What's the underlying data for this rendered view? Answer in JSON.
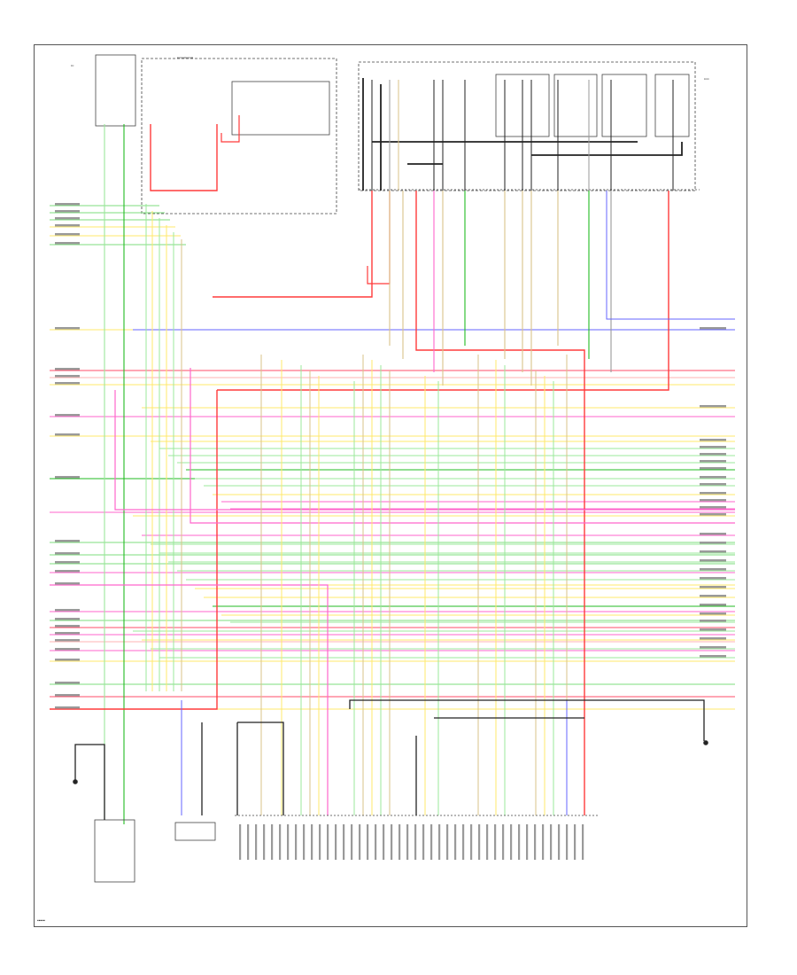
{
  "diagram": {
    "left_wires": [
      {
        "color": "#7ddc7d",
        "id": "w1"
      },
      {
        "color": "#7ddc7d",
        "id": "w2"
      },
      {
        "color": "#7ddc7d",
        "id": "w3"
      },
      {
        "color": "#ffe86b",
        "id": "w4"
      },
      {
        "color": "#ffe86b",
        "id": "w5"
      },
      {
        "color": "#7ddc7d",
        "id": "w6"
      },
      {
        "color": "#ffe86b",
        "id": "w7"
      },
      {
        "color": "#ff4d6a",
        "id": "w8"
      },
      {
        "color": "#ffb3b3",
        "id": "w9"
      },
      {
        "color": "#ffe86b",
        "id": "w10"
      },
      {
        "color": "#ff66cc",
        "id": "w11"
      },
      {
        "color": "#ffe86b",
        "id": "w12"
      },
      {
        "color": "#22bb22",
        "id": "w13"
      },
      {
        "color": "#ff66cc",
        "id": "w14"
      },
      {
        "color": "#7ddc7d",
        "id": "w15"
      },
      {
        "color": "#7ddc7d",
        "id": "w16"
      },
      {
        "color": "#7ddc7d",
        "id": "w17"
      },
      {
        "color": "#ff66cc",
        "id": "w18"
      },
      {
        "color": "#ffe86b",
        "id": "w19"
      },
      {
        "color": "#ff66cc",
        "id": "w20"
      },
      {
        "color": "#7ddc7d",
        "id": "w21"
      },
      {
        "color": "#ff4d6a",
        "id": "w22"
      },
      {
        "color": "#ff66cc",
        "id": "w23"
      },
      {
        "color": "#ffb3b3",
        "id": "w24"
      },
      {
        "color": "#ff66cc",
        "id": "w25"
      },
      {
        "color": "#ffe86b",
        "id": "w26"
      },
      {
        "color": "#7ddc7d",
        "id": "w27"
      },
      {
        "color": "#ff4d6a",
        "id": "w28"
      },
      {
        "color": "#ffe86b",
        "id": "w29"
      }
    ],
    "colors": {
      "red": "#ff3b3b",
      "pink": "#ff66cc",
      "yellow": "#ffe86b",
      "green": "#22bb22",
      "lightgreen": "#9be89b",
      "tan": "#d9c38a",
      "black": "#222222",
      "blue": "#6666ff",
      "gray": "#999999"
    }
  }
}
